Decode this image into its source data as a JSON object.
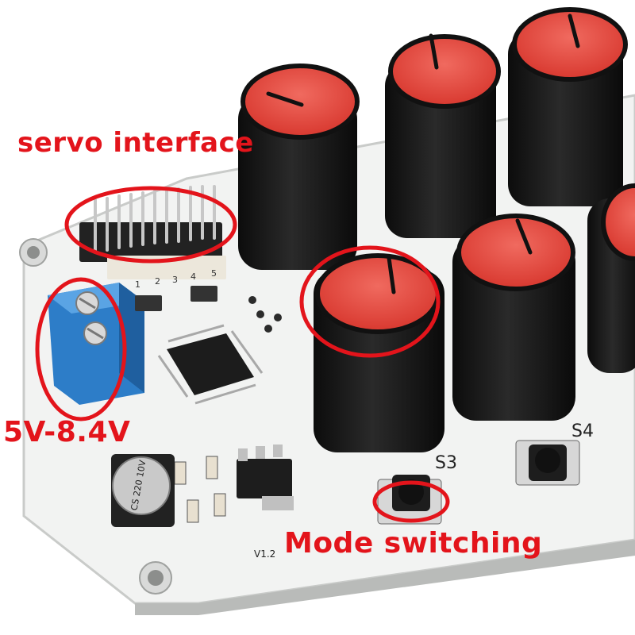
{
  "annotations": {
    "servo_interface": "servo interface",
    "voltage_range": "5V-8.4V",
    "mode_switching": "Mode switching"
  },
  "silkscreen": {
    "s3": "S3",
    "s4": "S4",
    "version": "V1.2",
    "cap_label": "CS 220 10V",
    "pin_numbers": [
      "1",
      "2",
      "3",
      "4",
      "5"
    ]
  },
  "colors": {
    "annotation_red": "#e3141b",
    "pcb_white": "#f2f3f2",
    "knob_cap": "#e8453c",
    "knob_body": "#151515",
    "terminal_blue": "#2d7dc8"
  },
  "icons": [
    "knob",
    "header-pins",
    "screw-terminal",
    "chip",
    "capacitor",
    "tactile-switch"
  ]
}
